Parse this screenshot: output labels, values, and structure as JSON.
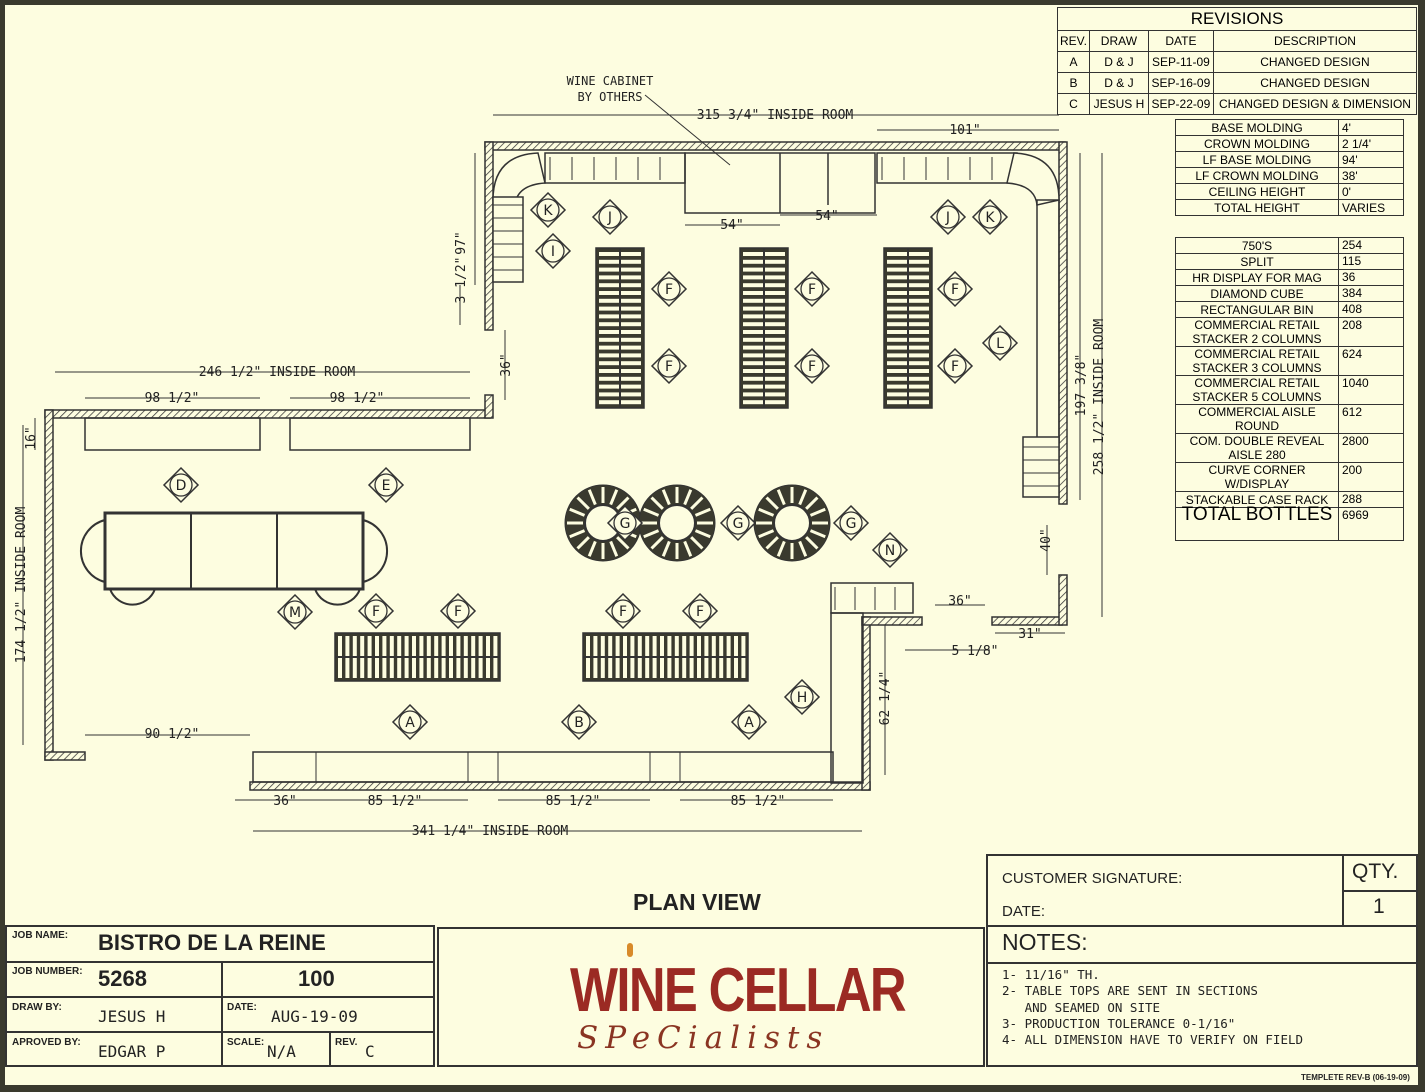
{
  "revisions": {
    "title": "REVISIONS",
    "headers": [
      "REV.",
      "DRAW",
      "DATE",
      "DESCRIPTION"
    ],
    "rows": [
      [
        "A",
        "D & J",
        "SEP-11-09",
        "CHANGED DESIGN"
      ],
      [
        "B",
        "D & J",
        "SEP-16-09",
        "CHANGED DESIGN"
      ],
      [
        "C",
        "JESUS H",
        "SEP-22-09",
        "CHANGED DESIGN & DIMENSION"
      ]
    ]
  },
  "molding": [
    [
      "BASE MOLDING",
      "4'"
    ],
    [
      "CROWN MOLDING",
      "2 1/4'"
    ],
    [
      "LF BASE MOLDING",
      "94'"
    ],
    [
      "LF CROWN MOLDING",
      "38'"
    ],
    [
      "CEILING HEIGHT",
      "0'"
    ],
    [
      "TOTAL HEIGHT",
      "VARIES"
    ]
  ],
  "bottles": [
    [
      "750'S",
      "254"
    ],
    [
      "SPLIT",
      "115"
    ],
    [
      "HR DISPLAY FOR MAG",
      "36"
    ],
    [
      "DIAMOND CUBE",
      "384"
    ],
    [
      "RECTANGULAR BIN",
      "408"
    ],
    [
      "COMMERCIAL RETAIL STACKER 2 COLUMNS",
      "208"
    ],
    [
      "COMMERCIAL RETAIL STACKER 3 COLUMNS",
      "624"
    ],
    [
      "COMMERCIAL RETAIL STACKER 5 COLUMNS",
      "1040"
    ],
    [
      "COMMERCIAL AISLE ROUND",
      "612"
    ],
    [
      "COM. DOUBLE REVEAL AISLE 280",
      "2800"
    ],
    [
      "CURVE CORNER W/DISPLAY",
      "200"
    ],
    [
      "STACKABLE CASE RACK",
      "288"
    ]
  ],
  "total_bottles": {
    "label": "TOTAL BOTTLES",
    "value": "6969"
  },
  "dimensions": {
    "top_room": "315 3/4\" INSIDE ROOM",
    "d101": "101\"",
    "d54a": "54\"",
    "d54b": "54\"",
    "d97": "97\"",
    "d3_5": "3 1/2\"",
    "d36v": "36\"",
    "left_room": "246 1/2\" INSIDE ROOM",
    "d98a": "98 1/2\"",
    "d98b": "98 1/2\"",
    "d16": "16\"",
    "left_vert": "174 1/2\" INSIDE ROOM",
    "d90": "90 1/2\"",
    "d36b": "36\"",
    "d85a": "85 1/2\"",
    "d85b": "85 1/2\"",
    "d85c": "85 1/2\"",
    "bottom_room": "341 1/4\" INSIDE ROOM",
    "d62": "62 1/4\"",
    "d36r": "36\"",
    "d5": "5 1/8\"",
    "d31": "31\"",
    "d40": "40\"",
    "d197": "197 3/8\"",
    "right_room": "258 1/2\" INSIDE ROOM"
  },
  "wine_cabinet_label": [
    "WINE CABINET",
    "BY OTHERS"
  ],
  "markers": [
    "K",
    "J",
    "I",
    "F",
    "F",
    "F",
    "F",
    "F",
    "F",
    "J",
    "K",
    "L",
    "D",
    "E",
    "G",
    "G",
    "G",
    "N",
    "M",
    "F",
    "F",
    "F",
    "F",
    "H",
    "A",
    "B",
    "A"
  ],
  "plan_view": "PLAN VIEW",
  "signature": {
    "customer": "CUSTOMER SIGNATURE:",
    "date": "DATE:",
    "qty_label": "QTY.",
    "qty": "1"
  },
  "notes": {
    "title": "NOTES:",
    "items": [
      "1- 11/16\" TH.",
      "2- TABLE TOPS ARE SENT IN SECTIONS",
      "   AND SEAMED ON SITE",
      "3- PRODUCTION TOLERANCE 0-1/16\"",
      "4- ALL DIMENSION HAVE TO VERIFY ON FIELD"
    ]
  },
  "title_block": {
    "job_name_label": "JOB NAME:",
    "job_name": "BISTRO DE LA REINE",
    "job_number_label": "JOB NUMBER:",
    "job_number": "5268",
    "job_number_2": "100",
    "draw_by_label": "DRAW BY:",
    "draw_by": "JESUS H",
    "date_label": "DATE:",
    "date": "AUG-19-09",
    "approved_label": "APROVED BY:",
    "approved": "EDGAR P",
    "scale_label": "SCALE:",
    "scale": "N/A",
    "rev_label": "REV.",
    "rev": "C"
  },
  "logo": {
    "line1": "WINE CELLAR",
    "line2": "SPeCialists"
  },
  "template": "TEMPLETE REV-B (06-19-09)"
}
